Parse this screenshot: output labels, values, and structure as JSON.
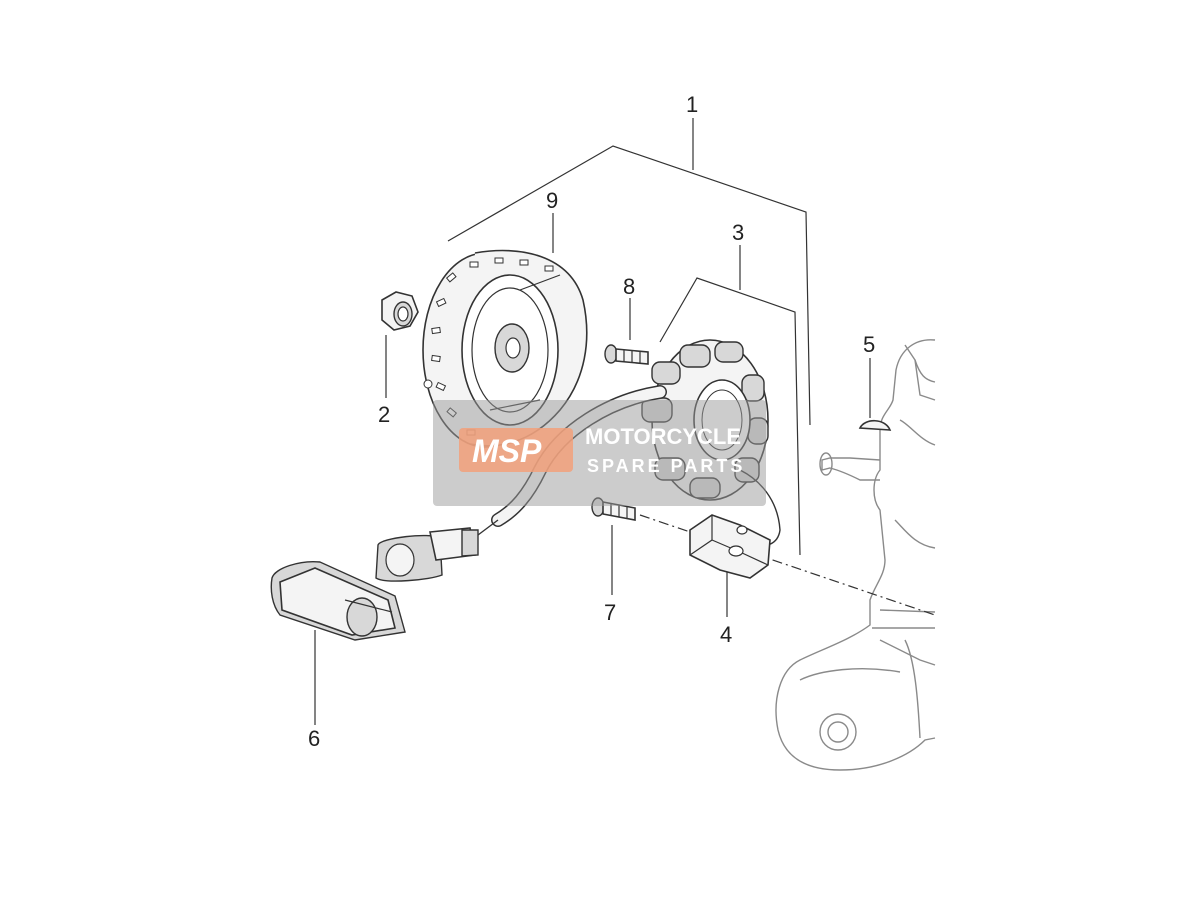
{
  "callouts": {
    "c1": "1",
    "c2": "2",
    "c3": "3",
    "c4": "4",
    "c5": "5",
    "c6": "6",
    "c7": "7",
    "c8": "8",
    "c9": "9"
  },
  "watermark": {
    "logo": "MSP",
    "line1": "MOTORCYCLE",
    "line2": "SPARE PARTS",
    "colors": {
      "box": "#9a9a9a",
      "logo_bg": "#f2a07a",
      "text": "#ffffff"
    }
  }
}
